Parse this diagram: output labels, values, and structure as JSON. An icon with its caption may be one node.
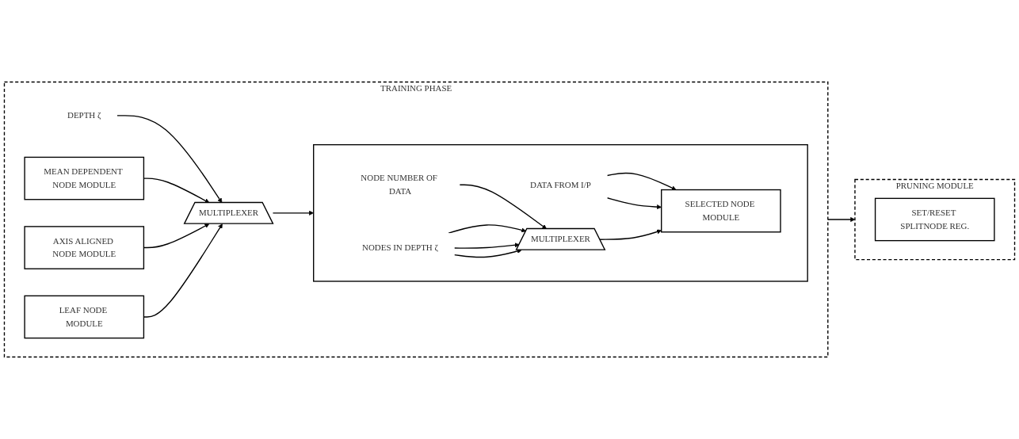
{
  "diagram": {
    "nodes": [
      {
        "text": [
          "TRAINING PHASE"
        ]
      },
      {
        "text": [
          "DEPTH ζ"
        ],
        "in": 0
      },
      {
        "text": [
          "MEAN DEPENDENT NODE MODULE"
        ],
        "in": 0
      },
      {
        "text": [
          "AXIS ALIGNED NODE MODULE"
        ],
        "in": 0
      },
      {
        "text": [
          "LEAF NODE MODULE"
        ],
        "in": 0
      },
      {
        "text": [
          "MULTIPLEXER"
        ],
        "in": 0
      },
      {
        "text": [],
        "shape": "box",
        "in": 0
      },
      {
        "text": [
          "NODE NUMBER OF DATA"
        ],
        "in": 6
      },
      {
        "text": [
          "NODES IN DEPTH ζ"
        ],
        "in": 6
      },
      {
        "text": [
          "MULTIPLEXER"
        ],
        "in": 6
      },
      {
        "text": [
          "DATA FROM I/P"
        ],
        "in": 6
      },
      {
        "text": [
          "SELECTED NODE MODULE"
        ],
        "in": 6
      },
      {
        "text": [
          "PRUNING MODULE"
        ]
      },
      {
        "text": [
          "SET/RESET SPLITNODE REG."
        ],
        "in": 12
      }
    ],
    "edges": [
      {
        "from": 1,
        "to": 5,
        "arrow": "to"
      },
      {
        "from": 2,
        "to": 5,
        "arrow": "to"
      },
      {
        "from": 3,
        "to": 5,
        "arrow": "to"
      },
      {
        "from": 4,
        "to": 5,
        "arrow": "to"
      },
      {
        "from": 5,
        "to": 6,
        "arrow": "to"
      },
      {
        "from": 7,
        "to": 9,
        "arrow": "to"
      },
      {
        "from": 8,
        "to": 9,
        "arrow": "to"
      },
      {
        "from": 8,
        "to": 9,
        "arrow": "to"
      },
      {
        "from": 8,
        "to": 9,
        "arrow": "to"
      },
      {
        "from": 10,
        "to": 11,
        "arrow": "to"
      },
      {
        "from": 10,
        "to": 11,
        "arrow": "to"
      },
      {
        "from": 9,
        "to": 11,
        "arrow": "to"
      },
      {
        "from": 0,
        "to": 12,
        "arrow": "to"
      }
    ]
  }
}
